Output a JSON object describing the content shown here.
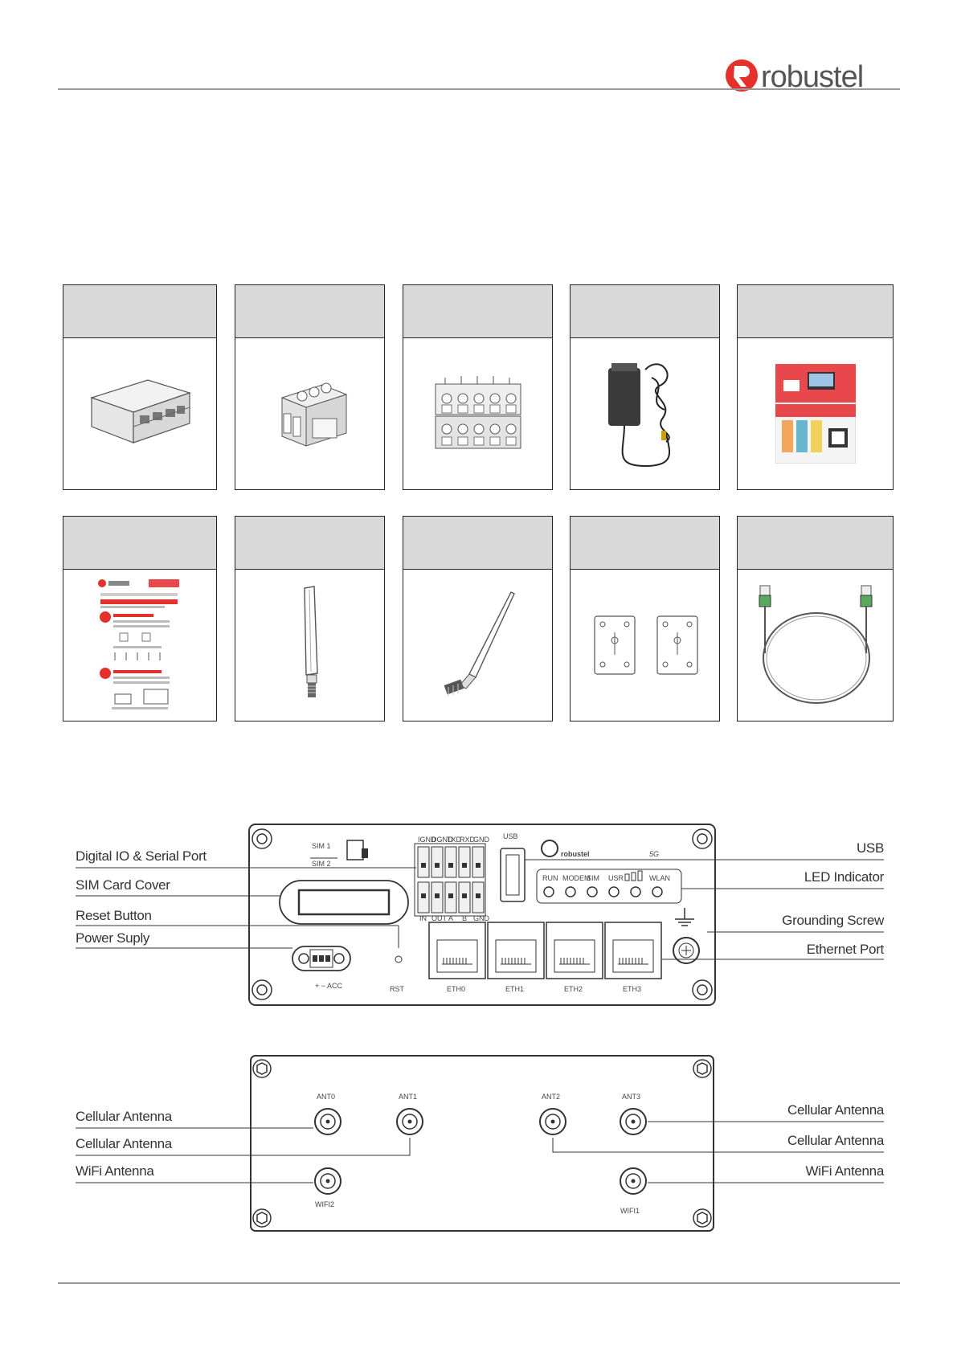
{
  "brand": {
    "name": "robustel",
    "logo_icon": "robustel-logo-icon",
    "accent": "#e4312b"
  },
  "packing_list": {
    "row1": [
      {
        "icon": "router-device-icon"
      },
      {
        "icon": "power-terminal-block-icon"
      },
      {
        "icon": "io-terminal-block-icon"
      },
      {
        "icon": "power-adapter-icon"
      },
      {
        "icon": "flyer-leaflet-icon"
      }
    ],
    "row2": [
      {
        "icon": "quick-start-guide-icon"
      },
      {
        "icon": "cellular-antenna-icon"
      },
      {
        "icon": "wifi-antenna-icon"
      },
      {
        "icon": "wall-mount-brackets-icon"
      },
      {
        "icon": "ethernet-cable-icon"
      }
    ]
  },
  "front_panel": {
    "callouts_left": [
      "Digital IO & Serial Port",
      "SIM Card Cover",
      "Reset Button",
      "Power Suply"
    ],
    "callouts_right": [
      "USB",
      "LED Indicator",
      "Grounding Screw",
      "Ethernet Port"
    ],
    "sim_labels": [
      "SIM 1",
      "SIM 2"
    ],
    "usb_label": "USB",
    "io_top_labels": [
      "IGND",
      "DGND",
      "TXD",
      "RXD",
      "GND"
    ],
    "io_bottom_labels": [
      "IN",
      "OUT",
      "A",
      "B",
      "GND"
    ],
    "led_labels": [
      "RUN",
      "MODEM",
      "SIM",
      "USR",
      "WLAN"
    ],
    "eth_labels": [
      "ETH0",
      "ETH1",
      "ETH2",
      "ETH3"
    ],
    "rst_label": "RST",
    "power_label": "+ − ACC",
    "panel_brand": "robustel",
    "panel_badge": "5G"
  },
  "rear_panel": {
    "callouts_left": [
      "Cellular Antenna",
      "Cellular Antenna",
      "WiFi Antenna"
    ],
    "callouts_right": [
      "Cellular Antenna",
      "Cellular Antenna",
      "WiFi Antenna"
    ],
    "port_labels": [
      "ANT0",
      "ANT1",
      "ANT2",
      "ANT3",
      "WIFI2",
      "WIFI1"
    ]
  }
}
